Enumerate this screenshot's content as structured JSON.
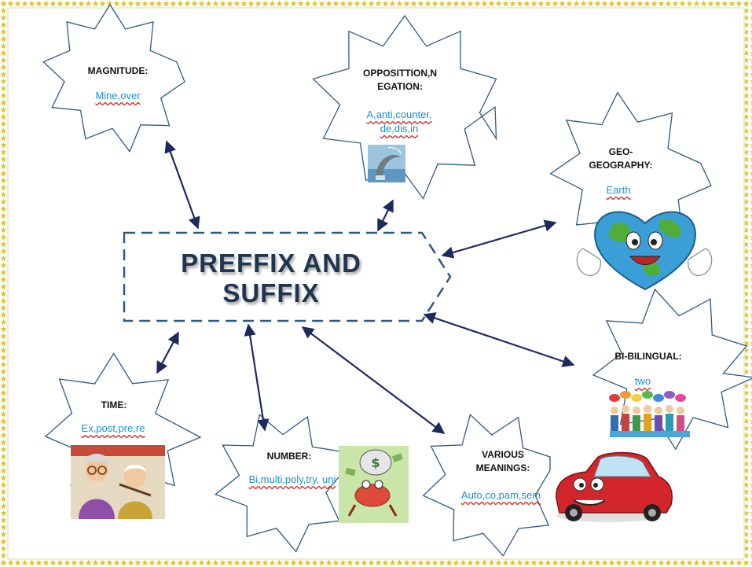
{
  "colors": {
    "border_star": "#e6c21f",
    "arrow": "#1c2a5e",
    "label_text": "#111111",
    "example_text": "#1a8fd6",
    "title_text": "#1f3550",
    "shape_stroke": "#2d5a85"
  },
  "center": {
    "title": "PREFFIX AND SUFFIX"
  },
  "nodes": {
    "magnitude": {
      "label": "MAGNITUDE:",
      "examples": "Mine,over"
    },
    "opposition": {
      "label": "OPPOSITTION,N EGATION:",
      "examples": "A,anti,counter, de,dis,in"
    },
    "geo": {
      "label": "GEO- GEOGRAPHY:",
      "examples": "Earth"
    },
    "bilingual": {
      "label": "BI-BILINGUAL:",
      "examples": "two"
    },
    "various": {
      "label": "VARIOUS MEANINGS:",
      "examples": "Auto,co,pam,sem"
    },
    "number": {
      "label": "NUMBER:",
      "examples": "Bi,multi,poly,try, uni"
    },
    "time": {
      "label": "TIME:",
      "examples": "Ex,post,pre,re"
    }
  }
}
